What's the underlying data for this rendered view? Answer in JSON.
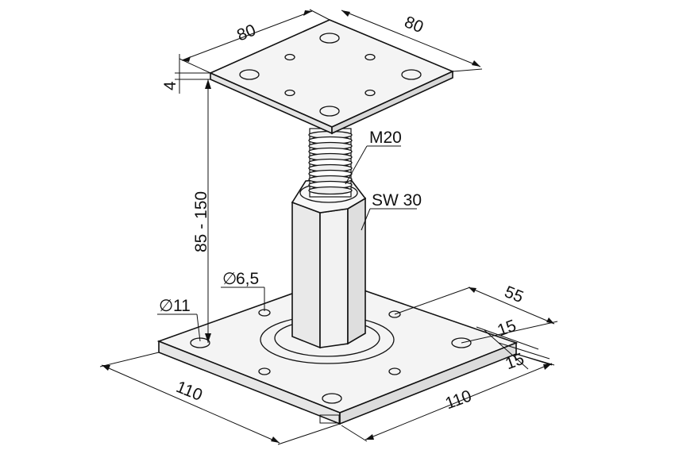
{
  "dimensions": {
    "top_plate_width": "80",
    "top_plate_depth": "80",
    "top_plate_thickness": "4",
    "height_range": "85 - 150",
    "thread": "M20",
    "wrench_size": "SW 30",
    "small_hole": "6,5",
    "large_hole": "11",
    "base_hole_spacing": "55",
    "base_edge_offset_a": "15",
    "base_edge_offset_b": "15",
    "base_width": "110",
    "base_depth": "110"
  },
  "symbols": {
    "diameter": "∅"
  },
  "colors": {
    "line": "#111111",
    "plate_fill": "#f4f4f4",
    "body_fill": "#e9e9e9",
    "background": "#ffffff"
  }
}
